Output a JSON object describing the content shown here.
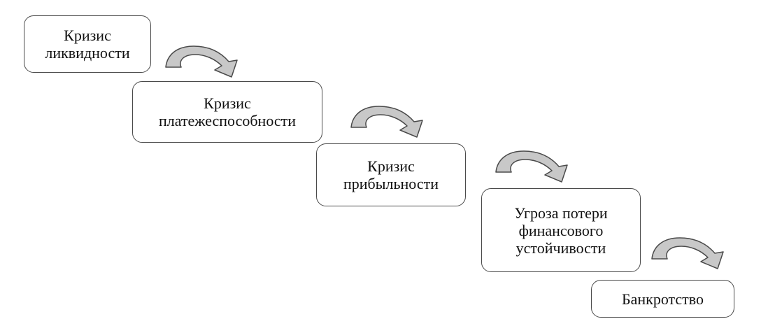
{
  "diagram": {
    "steps": [
      {
        "label": "Кризис\nликвидности"
      },
      {
        "label": "Кризис\nплатежеспособности"
      },
      {
        "label": "Кризис\nприбыльности"
      },
      {
        "label": "Угроза потери\nфинансового\nустойчивости"
      },
      {
        "label": "Банкротство"
      }
    ],
    "arrow_icon": "curved-arrow-icon",
    "colors": {
      "border": "#4a4a4a",
      "arrow_fill": "#c8c8c8",
      "text": "#111111",
      "background": "#ffffff"
    }
  }
}
